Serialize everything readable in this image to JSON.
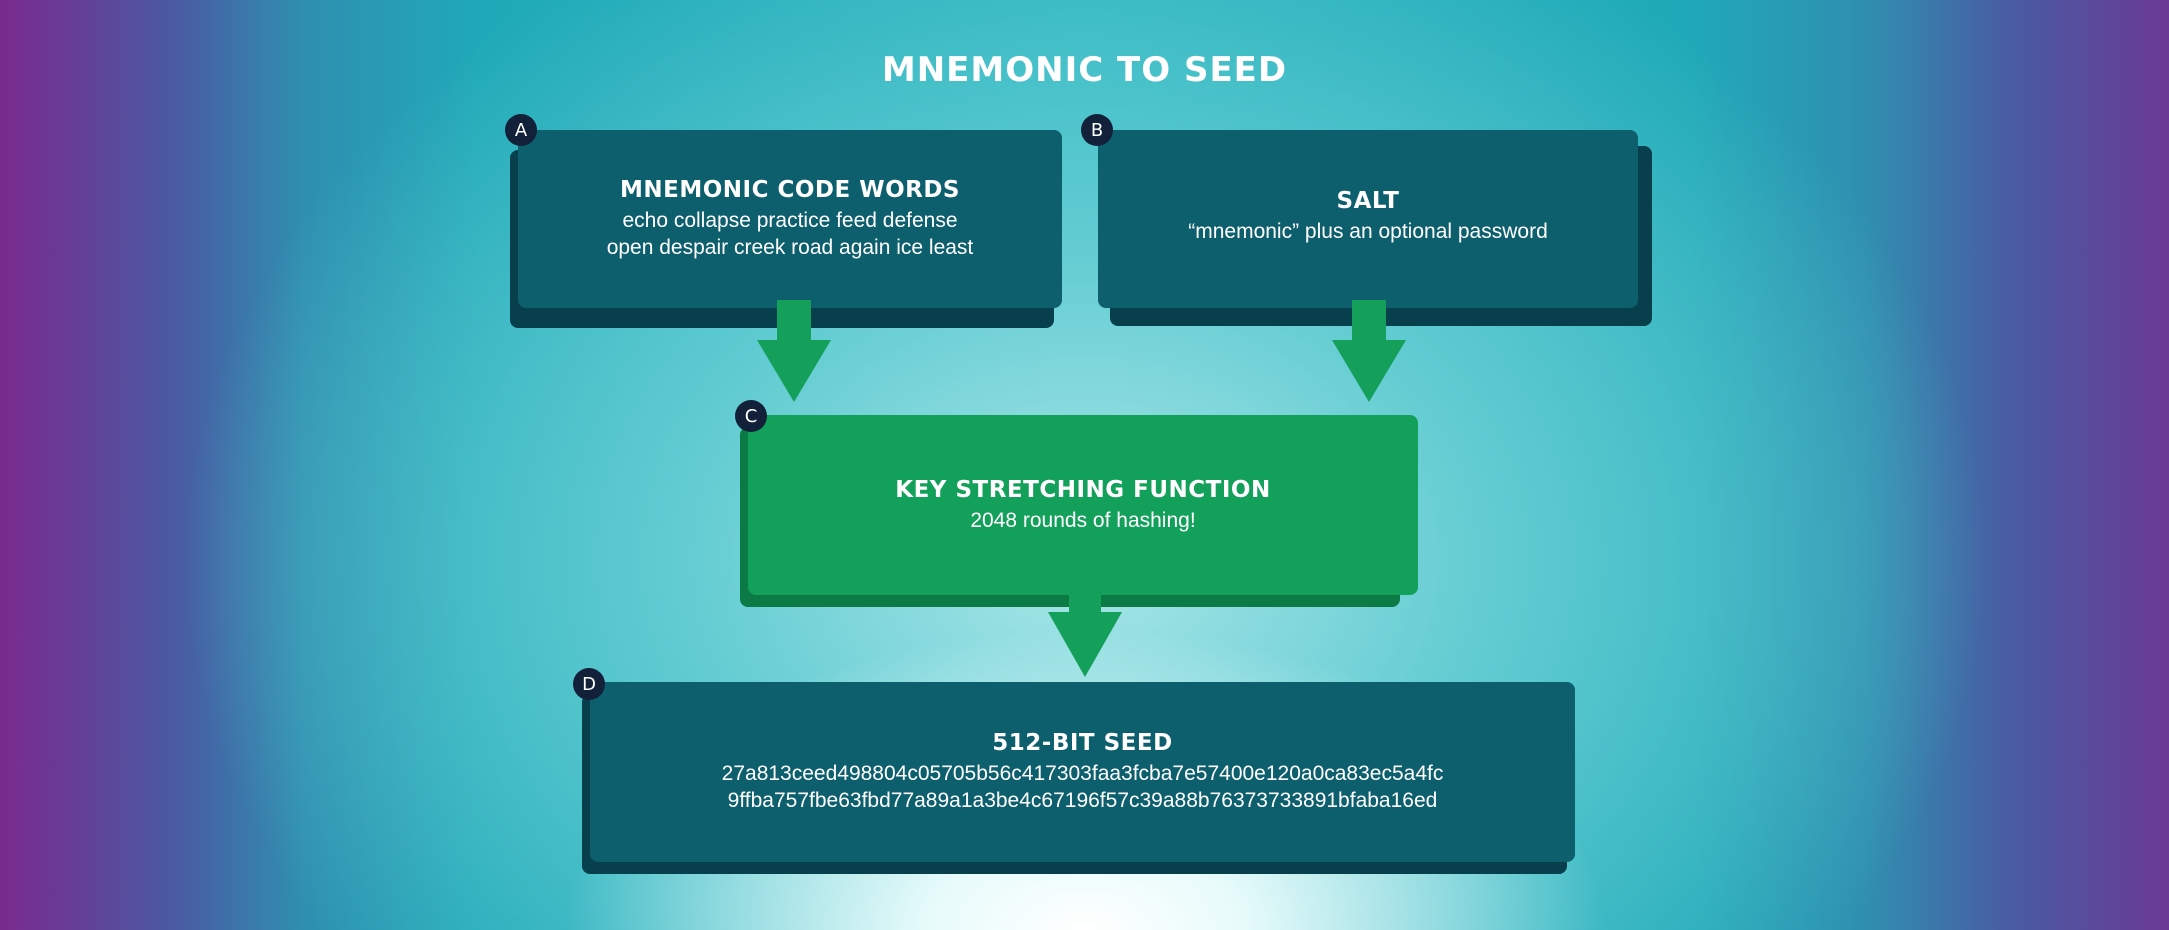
{
  "diagram": {
    "title": "MNEMONIC TO SEED",
    "colors": {
      "teal_box": "#0d5f6e",
      "teal_shadow": "#073f4c",
      "green_box": "#12a05a",
      "green_shadow": "#0b7a45",
      "arrow": "#14a05a",
      "badge": "#13203a",
      "text": "#ffffff"
    },
    "nodes": [
      {
        "badge": "A",
        "title": "MNEMONIC CODE WORDS",
        "lines": [
          "echo collapse practice feed defense",
          "open despair creek road again ice least"
        ]
      },
      {
        "badge": "B",
        "title": "SALT",
        "lines": [
          "“mnemonic” plus an optional password"
        ]
      },
      {
        "badge": "C",
        "title": "KEY STRETCHING FUNCTION",
        "lines": [
          "2048 rounds of hashing!"
        ]
      },
      {
        "badge": "D",
        "title": "512-BIT SEED",
        "lines": [
          "27a813ceed498804c05705b56c417303faa3fcba7e57400e120a0ca83ec5a4fc",
          "9ffba757fbe63fbd77a89a1a3be4c67196f57c39a88b76373733891bfaba16ed"
        ]
      }
    ],
    "edges": [
      {
        "from": "A",
        "to": "C"
      },
      {
        "from": "B",
        "to": "C"
      },
      {
        "from": "C",
        "to": "D"
      }
    ]
  }
}
